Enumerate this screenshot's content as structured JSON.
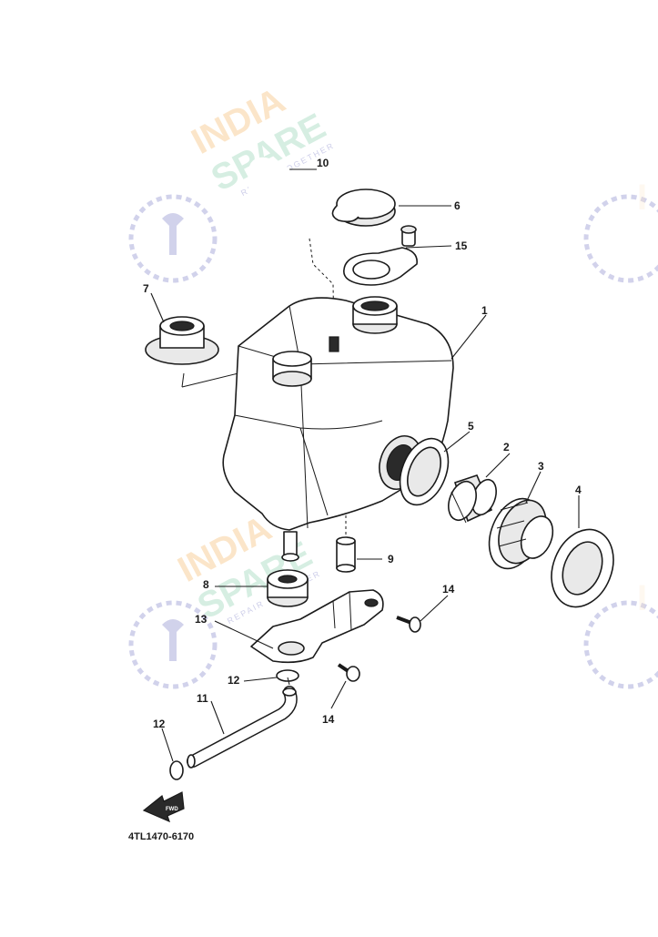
{
  "diagram": {
    "code": "4TL1470-6170",
    "callouts": [
      "1",
      "2",
      "3",
      "4",
      "5",
      "6",
      "7",
      "8",
      "9",
      "10",
      "11",
      "12",
      "12",
      "13",
      "14",
      "14",
      "15"
    ],
    "arrow_label": "FWD"
  },
  "watermark": {
    "line1": "INDIA",
    "line2": "SPARE",
    "tagline": "REPAIR TOGETHER",
    "color_orange": "#f4a640",
    "color_green": "#6fc49a",
    "color_blue": "#5d5fb8"
  }
}
